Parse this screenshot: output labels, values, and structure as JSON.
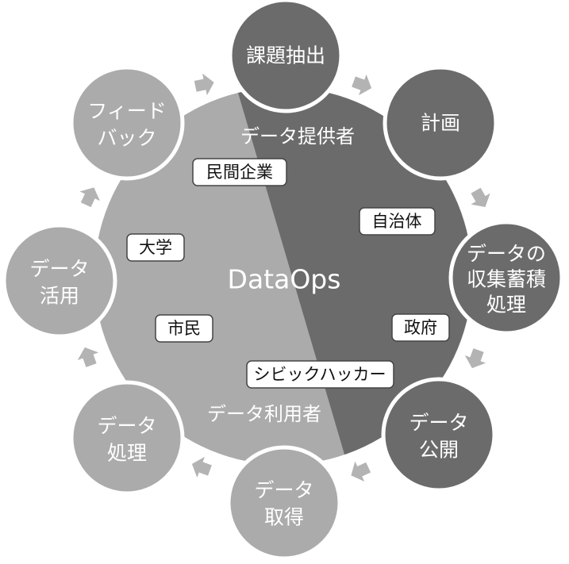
{
  "colors": {
    "dark": "#6b6b6b",
    "light": "#ababab",
    "arrow": "#b3b3b3",
    "box_border": "#444444",
    "box_fill": "#ffffff"
  },
  "center": {
    "title": "DataOps",
    "provider_label": "データ提供者",
    "user_label": "データ利用者"
  },
  "cycle": [
    {
      "id": "extract",
      "lines": [
        "課題抽出"
      ],
      "tone": "dark"
    },
    {
      "id": "plan",
      "lines": [
        "計画"
      ],
      "tone": "dark"
    },
    {
      "id": "collect",
      "lines": [
        "データの",
        "収集蓄積",
        "処理"
      ],
      "tone": "dark"
    },
    {
      "id": "publish",
      "lines": [
        "データ",
        "公開"
      ],
      "tone": "dark"
    },
    {
      "id": "acquire",
      "lines": [
        "データ",
        "取得"
      ],
      "tone": "light"
    },
    {
      "id": "process",
      "lines": [
        "データ",
        "処理"
      ],
      "tone": "light"
    },
    {
      "id": "utilize",
      "lines": [
        "データ",
        "活用"
      ],
      "tone": "light"
    },
    {
      "id": "feedback",
      "lines": [
        "フィード",
        "バック"
      ],
      "tone": "light"
    }
  ],
  "actors": [
    {
      "id": "companies",
      "label": "民間企業"
    },
    {
      "id": "municipality",
      "label": "自治体"
    },
    {
      "id": "university",
      "label": "大学"
    },
    {
      "id": "citizens",
      "label": "市民"
    },
    {
      "id": "government",
      "label": "政府"
    },
    {
      "id": "civic-hackers",
      "label": "シビックハッカー"
    }
  ]
}
